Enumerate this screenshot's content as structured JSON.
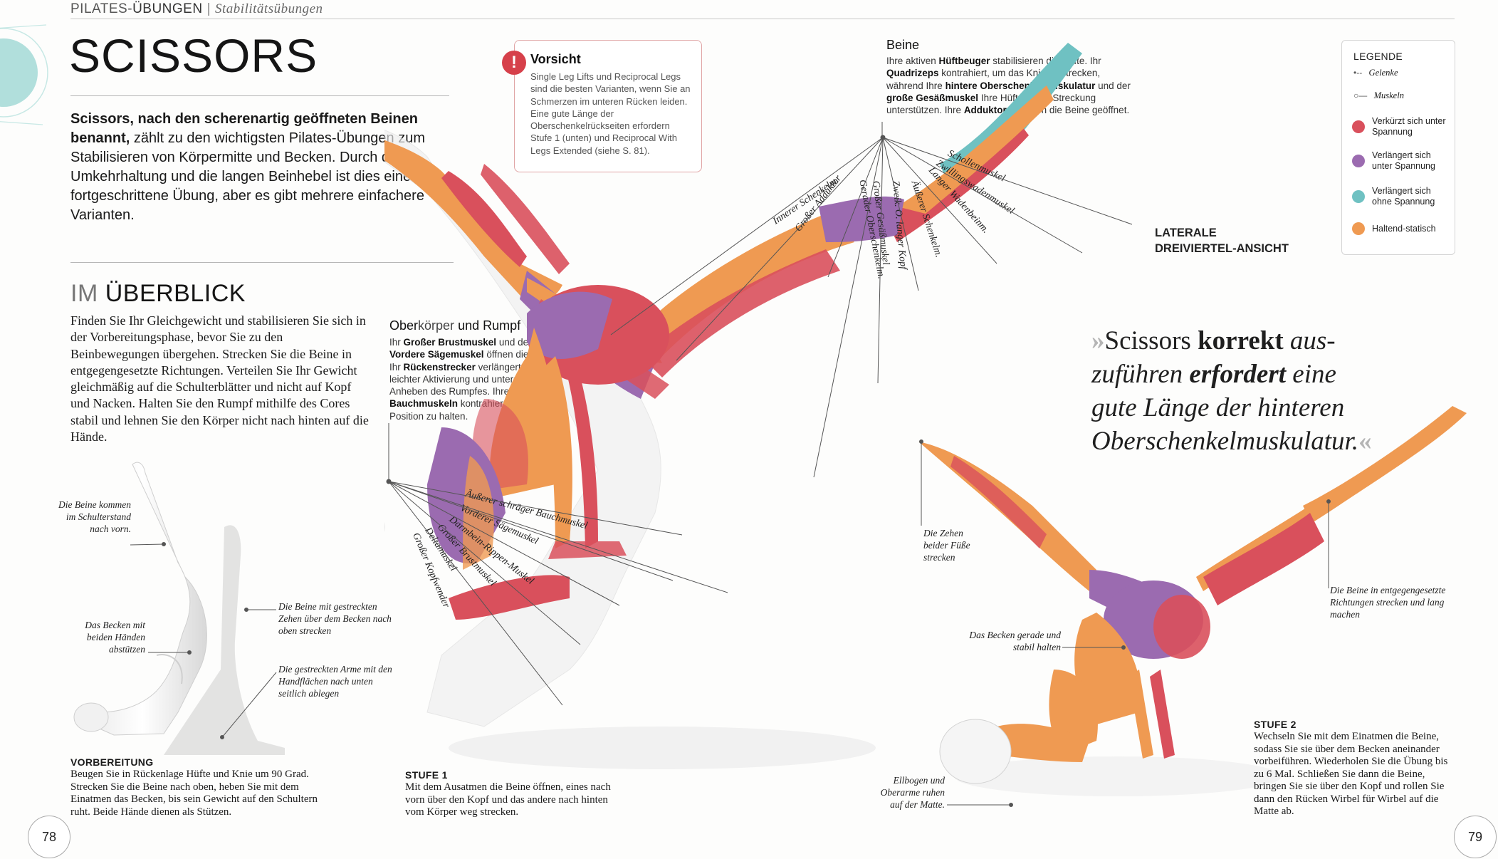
{
  "header": {
    "section_light": "PILATES-",
    "section_bold": "ÜBUNGEN",
    "separator": "|",
    "subtitle": "Stabilitätsübungen"
  },
  "title": "SCISSORS",
  "intro": {
    "bold": "Scissors, nach den scherenartig geöffneten Beinen benannt,",
    "rest": " zählt zu den wichtigsten Pilates-Übungen zum Stabilisieren von Körpermitte und Becken. Durch die Umkehrhaltung und die langen Beinhebel ist dies eine fortgeschrittene Übung, aber es gibt mehrere einfachere Varianten."
  },
  "overview": {
    "heading_light": "IM ",
    "heading_bold": "ÜBERBLICK",
    "text": "Finden Sie Ihr Gleichgewicht und stabilisieren Sie sich in der Vorbereitungsphase, bevor Sie zu den Beinbewegungen übergehen. Strecken Sie die Beine in entgegengesetzte Richtungen. Verteilen Sie Ihr Gewicht gleichmäßig auf die Schulterblätter und nicht auf Kopf und Nacken. Halten Sie den Rumpf mithilfe des Cores stabil und lehnen Sie den Körper nicht nach hinten auf die Hände."
  },
  "prep_captions": [
    "Die Beine kommen im Schulterstand nach vorn.",
    "Das Becken mit beiden Händen abstützen",
    "Die Beine mit gestreckten Zehen über dem Becken nach oben strecken",
    "Die gestreckten Arme mit den Handflächen nach unten seitlich ablegen"
  ],
  "vorbereitung": {
    "title": "VORBEREITUNG",
    "text": "Beugen Sie in Rückenlage Hüfte und Knie um 90 Grad. Strecken Sie die Beine nach oben, heben Sie mit dem Einatmen das Becken, bis sein Gewicht auf den Schultern ruht. Beide Hände dienen als Stützen."
  },
  "vorsicht": {
    "icon": "!",
    "title": "Vorsicht",
    "text": "Single Leg Lifts und Reciprocal Legs sind die besten Varianten, wenn Sie an Schmerzen im unteren Rücken leiden. Eine gute Länge der Oberschenkelrückseiten erfordern Stufe 1 (unten) und Reciprocal With Legs Extended (siehe S. 81)."
  },
  "beine": {
    "title": "Beine",
    "t1": "Ihre aktiven ",
    "b1": "Hüftbeuger",
    "t2": " stabilisieren die Hüfte. Ihr ",
    "b2": "Quadrizeps",
    "t3": " kontrahiert, um das Knie zu strecken, während Ihre ",
    "b3": "hintere Oberschenkelmuskulatur",
    "t4": " und der ",
    "b4": "große Gesäßmuskel",
    "t5": " Ihre Hüfte in der Streckung unterstützen. Ihre ",
    "b5": "Adduktoren",
    "t6": " halten die Beine geöffnet."
  },
  "oberkoerper": {
    "title_a": "Ober",
    "title_b": "körper ",
    "title_c": "und",
    "title_d": " Rumpf",
    "t1": "Ihr ",
    "b1": "Großer Brustmuskel",
    "t2": " und der ",
    "b2": "Vordere Sägemuskel",
    "t3": " öffnen die Brust. Ihr ",
    "b3": "Rückenstrecker",
    "t4": " verlängert sich bei leichter Aktivierung und unterstützt das Anheben des Rumpfes. Ihre ",
    "b4": "Bauchmuskeln",
    "t5": " kontrahieren, um die Position zu halten."
  },
  "leg_muscles": [
    "Innerer Schenkelm.",
    "Großer Adduktor",
    "Gerader Oberschenkelm.",
    "Großer Gesäßmuskel",
    "Zweik. O. langer Kopf",
    "Äußerer Schenkelm.",
    "Langer Wadenbeinm.",
    "Zwillingswadenmuskel",
    "Schollenmuskel"
  ],
  "trunk_muscles": [
    "Äußerer schräger Bauchmuskel",
    "Vorderer Sägemuskel",
    "Darmbein-Rippen-Muskel",
    "Großer Brustmuskel",
    "Deltamuskel",
    "Großer Kopfwender"
  ],
  "legend": {
    "title": "LEGENDE",
    "joints": "Gelenke",
    "muscles": "Muskeln",
    "items": [
      {
        "label": "Verkürzt sich unter Spannung",
        "color": "#d9505c"
      },
      {
        "label": "Verlängert sich unter Spannung",
        "color": "#9b6bb0"
      },
      {
        "label": "Verlängert sich ohne Spannung",
        "color": "#6fc1c2"
      },
      {
        "label": "Haltend-statisch",
        "color": "#ef9a52"
      }
    ]
  },
  "view_label": "LATERALE DREIVIERTEL-ANSICHT",
  "quote": {
    "open": "»",
    "p1": "Scissors ",
    "b1": "korrekt",
    "p2": " aus-",
    "p3": "zuführen ",
    "b2": "erfordert",
    "p4": " eine",
    "line3": "gute Länge der hinteren",
    "line4": "Oberschenkelmuskulatur.",
    "close": "«"
  },
  "stage1_captions": {
    "zehen": "Die Zehen beider Füße strecken",
    "becken": "Das Becken gerade und stabil halten",
    "beine": "Die Beine in entgegengesetzte Richtungen strecken und lang machen",
    "ellbogen": "Ellbogen und Oberarme ruhen auf der Matte."
  },
  "stufe1": {
    "title": "STUFE 1",
    "text": "Mit dem Ausatmen die Beine öffnen, eines nach vorn über den Kopf und das andere nach hinten vom Körper weg strecken."
  },
  "stufe2": {
    "title": "STUFE 2",
    "text": "Wechseln Sie mit dem Einatmen die Beine, sodass Sie sie über dem Becken aneinander vorbeiführen. Wiederholen Sie die Übung bis zu 6 Mal. Schließen Sie dann die Beine, bringen Sie sie über den Kopf und rollen Sie dann den Rücken Wirbel für Wirbel auf die Matte ab."
  },
  "page_left": "78",
  "page_right": "79",
  "colors": {
    "red": "#d9505c",
    "purple": "#9b6bb0",
    "teal": "#6fc1c2",
    "orange": "#ef9a52",
    "warning": "#d6404a"
  }
}
